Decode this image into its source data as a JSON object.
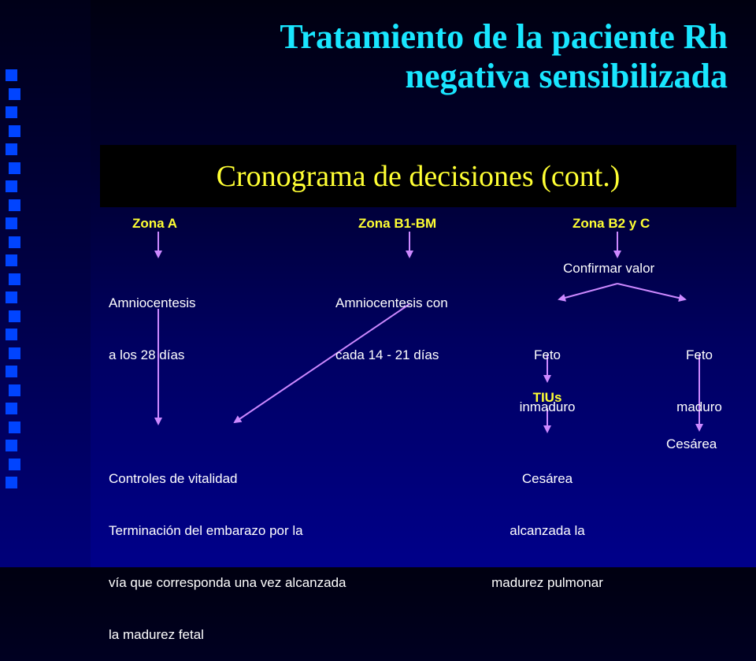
{
  "title_lines": [
    "Tratamiento de  la paciente Rh",
    "negativa sensibilizada"
  ],
  "subtitle": "Cronograma de decisiones (cont.)",
  "zones": {
    "a": "Zona A",
    "b1": "Zona B1-BM",
    "b2": "Zona B2 y C"
  },
  "nodes": {
    "amnio_a": [
      "Amniocentesis",
      "a los 28 días"
    ],
    "amnio_b": [
      "Amniocentesis con",
      "cada 14 - 21 días"
    ],
    "confirmar": "Confirmar valor",
    "feto_inmaduro": [
      "Feto",
      "inmaduro"
    ],
    "feto_maduro": [
      "Feto",
      "maduro"
    ],
    "tius": "TIUs",
    "controles": [
      "Controles de vitalidad",
      "Terminación del embarazo por la",
      "vía que corresponda una vez alcanzada",
      "la madurez fetal"
    ],
    "cesarea_alcanzada": [
      "Cesárea",
      "alcanzada la",
      "madurez pulmonar"
    ],
    "cesarea": "Cesárea"
  },
  "colors": {
    "title": "#19e6ff",
    "subtitle": "#ffff33",
    "arrow": "#cc88ff",
    "squares": "#0044ff"
  }
}
